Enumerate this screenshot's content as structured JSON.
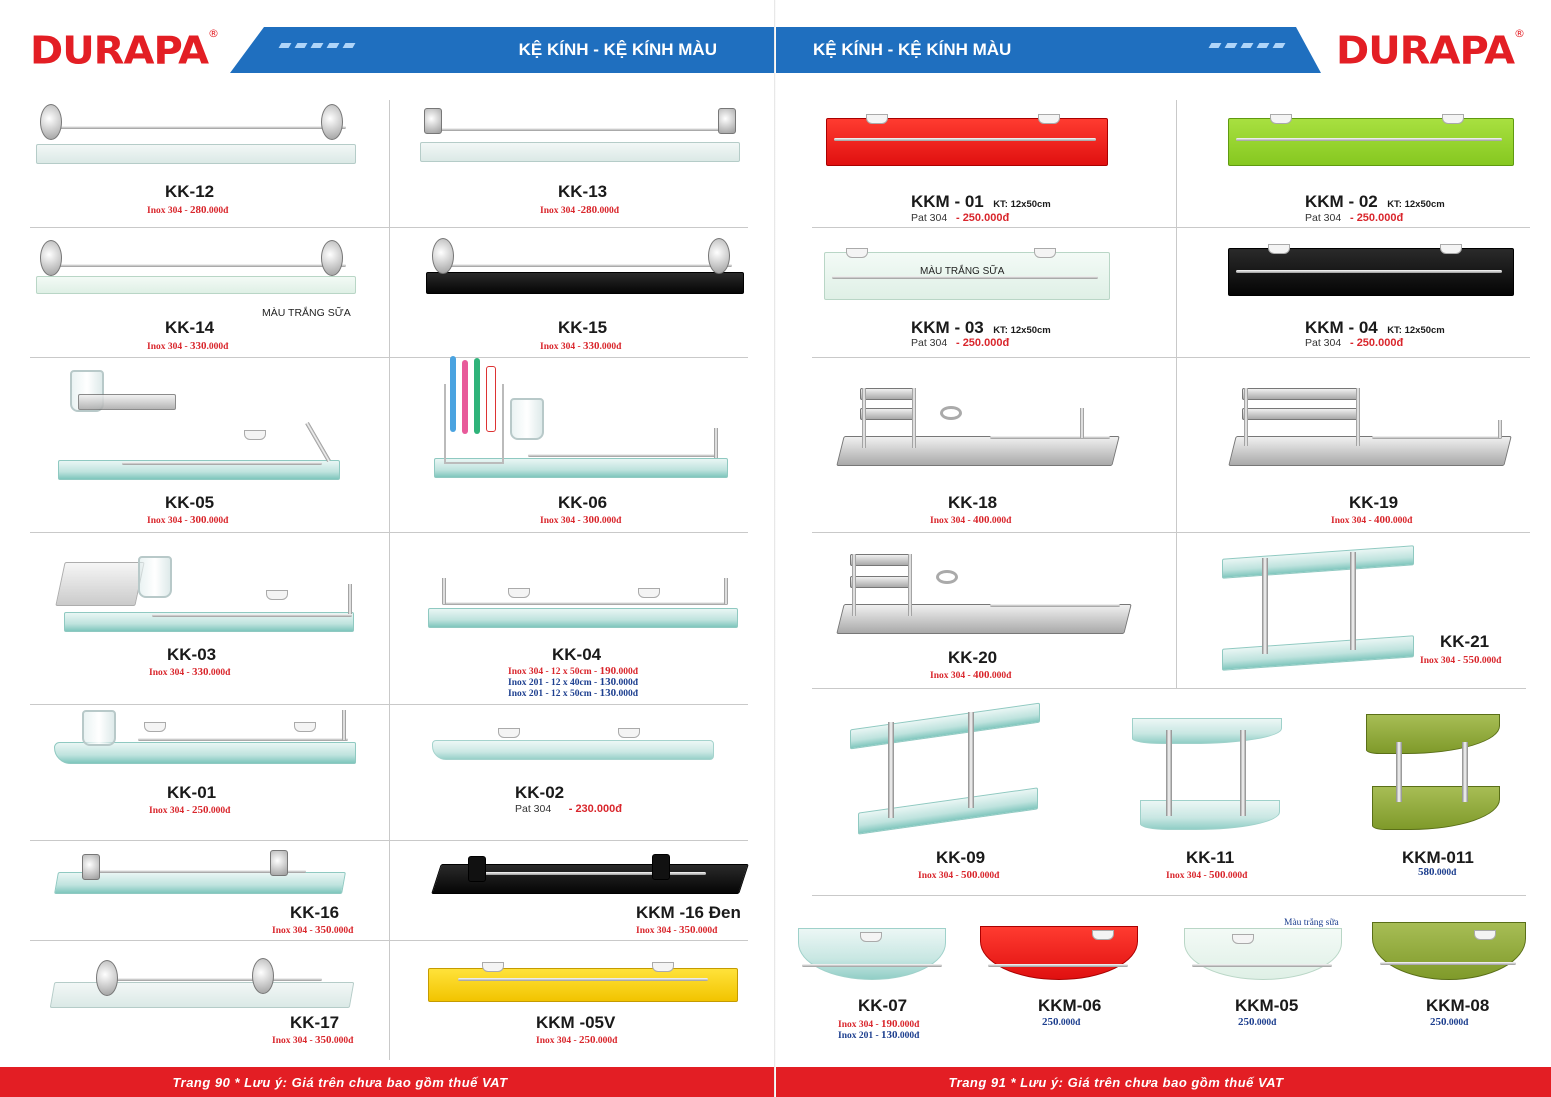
{
  "brand": {
    "logo_text": "DURAPA",
    "registered": "®"
  },
  "left_page": {
    "banner_title": "KỆ KÍNH - KỆ KÍNH MÀU",
    "footer_text": "Trang 90 * Lưu ý: Giá trên chưa bao gồm thuế VAT",
    "products": [
      {
        "code": "KK-12",
        "material": "Inox 304 - ",
        "price": "280",
        "unit": ".000đ"
      },
      {
        "code": "KK-13",
        "material": "Inox 304 -",
        "price": "280",
        "unit": ".000đ"
      },
      {
        "code": "KK-14",
        "material": "Inox 304 - ",
        "price": "330",
        "unit": ".000đ",
        "note": "MÀU TRẮNG SỮA"
      },
      {
        "code": "KK-15",
        "material": "Inox 304 - ",
        "price": "330",
        "unit": ".000đ"
      },
      {
        "code": "KK-05",
        "material": "Inox 304 - ",
        "price": "300",
        "unit": ".000đ"
      },
      {
        "code": "KK-06",
        "material": "Inox 304 - ",
        "price": "300",
        "unit": ".000đ"
      },
      {
        "code": "KK-03",
        "material": "Inox 304 - ",
        "price": "330",
        "unit": ".000đ"
      },
      {
        "code": "KK-04",
        "variants": [
          {
            "material": "Inox 304 - 12 x 50cm - ",
            "price": "190",
            "unit": ".000đ"
          },
          {
            "material": "Inox 201 - 12 x 40cm - ",
            "price": "130",
            "unit": ".000đ"
          },
          {
            "material": "Inox 201 - 12 x 50cm - ",
            "price": "130",
            "unit": ".000đ"
          }
        ]
      },
      {
        "code": "KK-01",
        "material": "Inox 304 - ",
        "price": "250",
        "unit": ".000đ"
      },
      {
        "code": "KK-02",
        "pat": "Pat 304",
        "price_text": "- 230.000đ"
      },
      {
        "code": "KK-16",
        "material": "Inox 304 - ",
        "price": "350",
        "unit": ".000đ"
      },
      {
        "code": "KKM -16 Đen",
        "material": "Inox 304 - ",
        "price": "350",
        "unit": ".000đ"
      },
      {
        "code": "KK-17",
        "material": "Inox 304 - ",
        "price": "350",
        "unit": ".000đ"
      },
      {
        "code": "KKM -05V",
        "material": "Inox 304 - ",
        "price": "250",
        "unit": ".000đ"
      }
    ]
  },
  "right_page": {
    "banner_title": "KỆ KÍNH - KỆ KÍNH MÀU",
    "footer_text": "Trang 91 * Lưu ý: Giá trên chưa bao gồm thuế VAT",
    "products": [
      {
        "code": "KKM - 01",
        "size": "KT: 12x50cm",
        "pat": "Pat 304",
        "price_text": "- 250.000đ",
        "color": "#e8161b"
      },
      {
        "code": "KKM - 02",
        "size": "KT: 12x50cm",
        "pat": "Pat 304",
        "price_text": "- 250.000đ",
        "color": "#9ad634"
      },
      {
        "code": "KKM - 03",
        "size": "KT: 12x50cm",
        "pat": "Pat 304",
        "price_text": "- 250.000đ",
        "note": "MÀU TRẮNG SỮA"
      },
      {
        "code": "KKM - 04",
        "size": "KT: 12x50cm",
        "pat": "Pat 304",
        "price_text": "- 250.000đ",
        "color": "#111111"
      },
      {
        "code": "KK-18",
        "material": "Inox 304 - ",
        "price": "400",
        "unit": ".000đ"
      },
      {
        "code": "KK-19",
        "material": "Inox 304 - ",
        "price": "400",
        "unit": ".000đ"
      },
      {
        "code": "KK-20",
        "material": "Inox 304 - ",
        "price": "400",
        "unit": ".000đ"
      },
      {
        "code": "KK-21",
        "material": "Inox 304 - ",
        "price": "550",
        "unit": ".000đ"
      },
      {
        "code": "KK-09",
        "material": "Inox 304 - ",
        "price": "500",
        "unit": ".000đ"
      },
      {
        "code": "KK-11",
        "material": "Inox 304 - ",
        "price": "500",
        "unit": ".000đ"
      },
      {
        "code": "KKM-011",
        "price": "580",
        "unit": ".000đ"
      },
      {
        "code": "KK-07",
        "variants": [
          {
            "material": "Inox 304 - ",
            "price": "190",
            "unit": ".000đ"
          },
          {
            "material": "Inox 201 - ",
            "price": "130",
            "unit": ".000đ"
          }
        ]
      },
      {
        "code": "KKM-06",
        "price": "250",
        "unit": ".000đ"
      },
      {
        "code": "KKM-05",
        "price": "250",
        "unit": ".000đ",
        "note": "Màu trắng sữa"
      },
      {
        "code": "KKM-08",
        "price": "250",
        "unit": ".000đ"
      }
    ]
  }
}
